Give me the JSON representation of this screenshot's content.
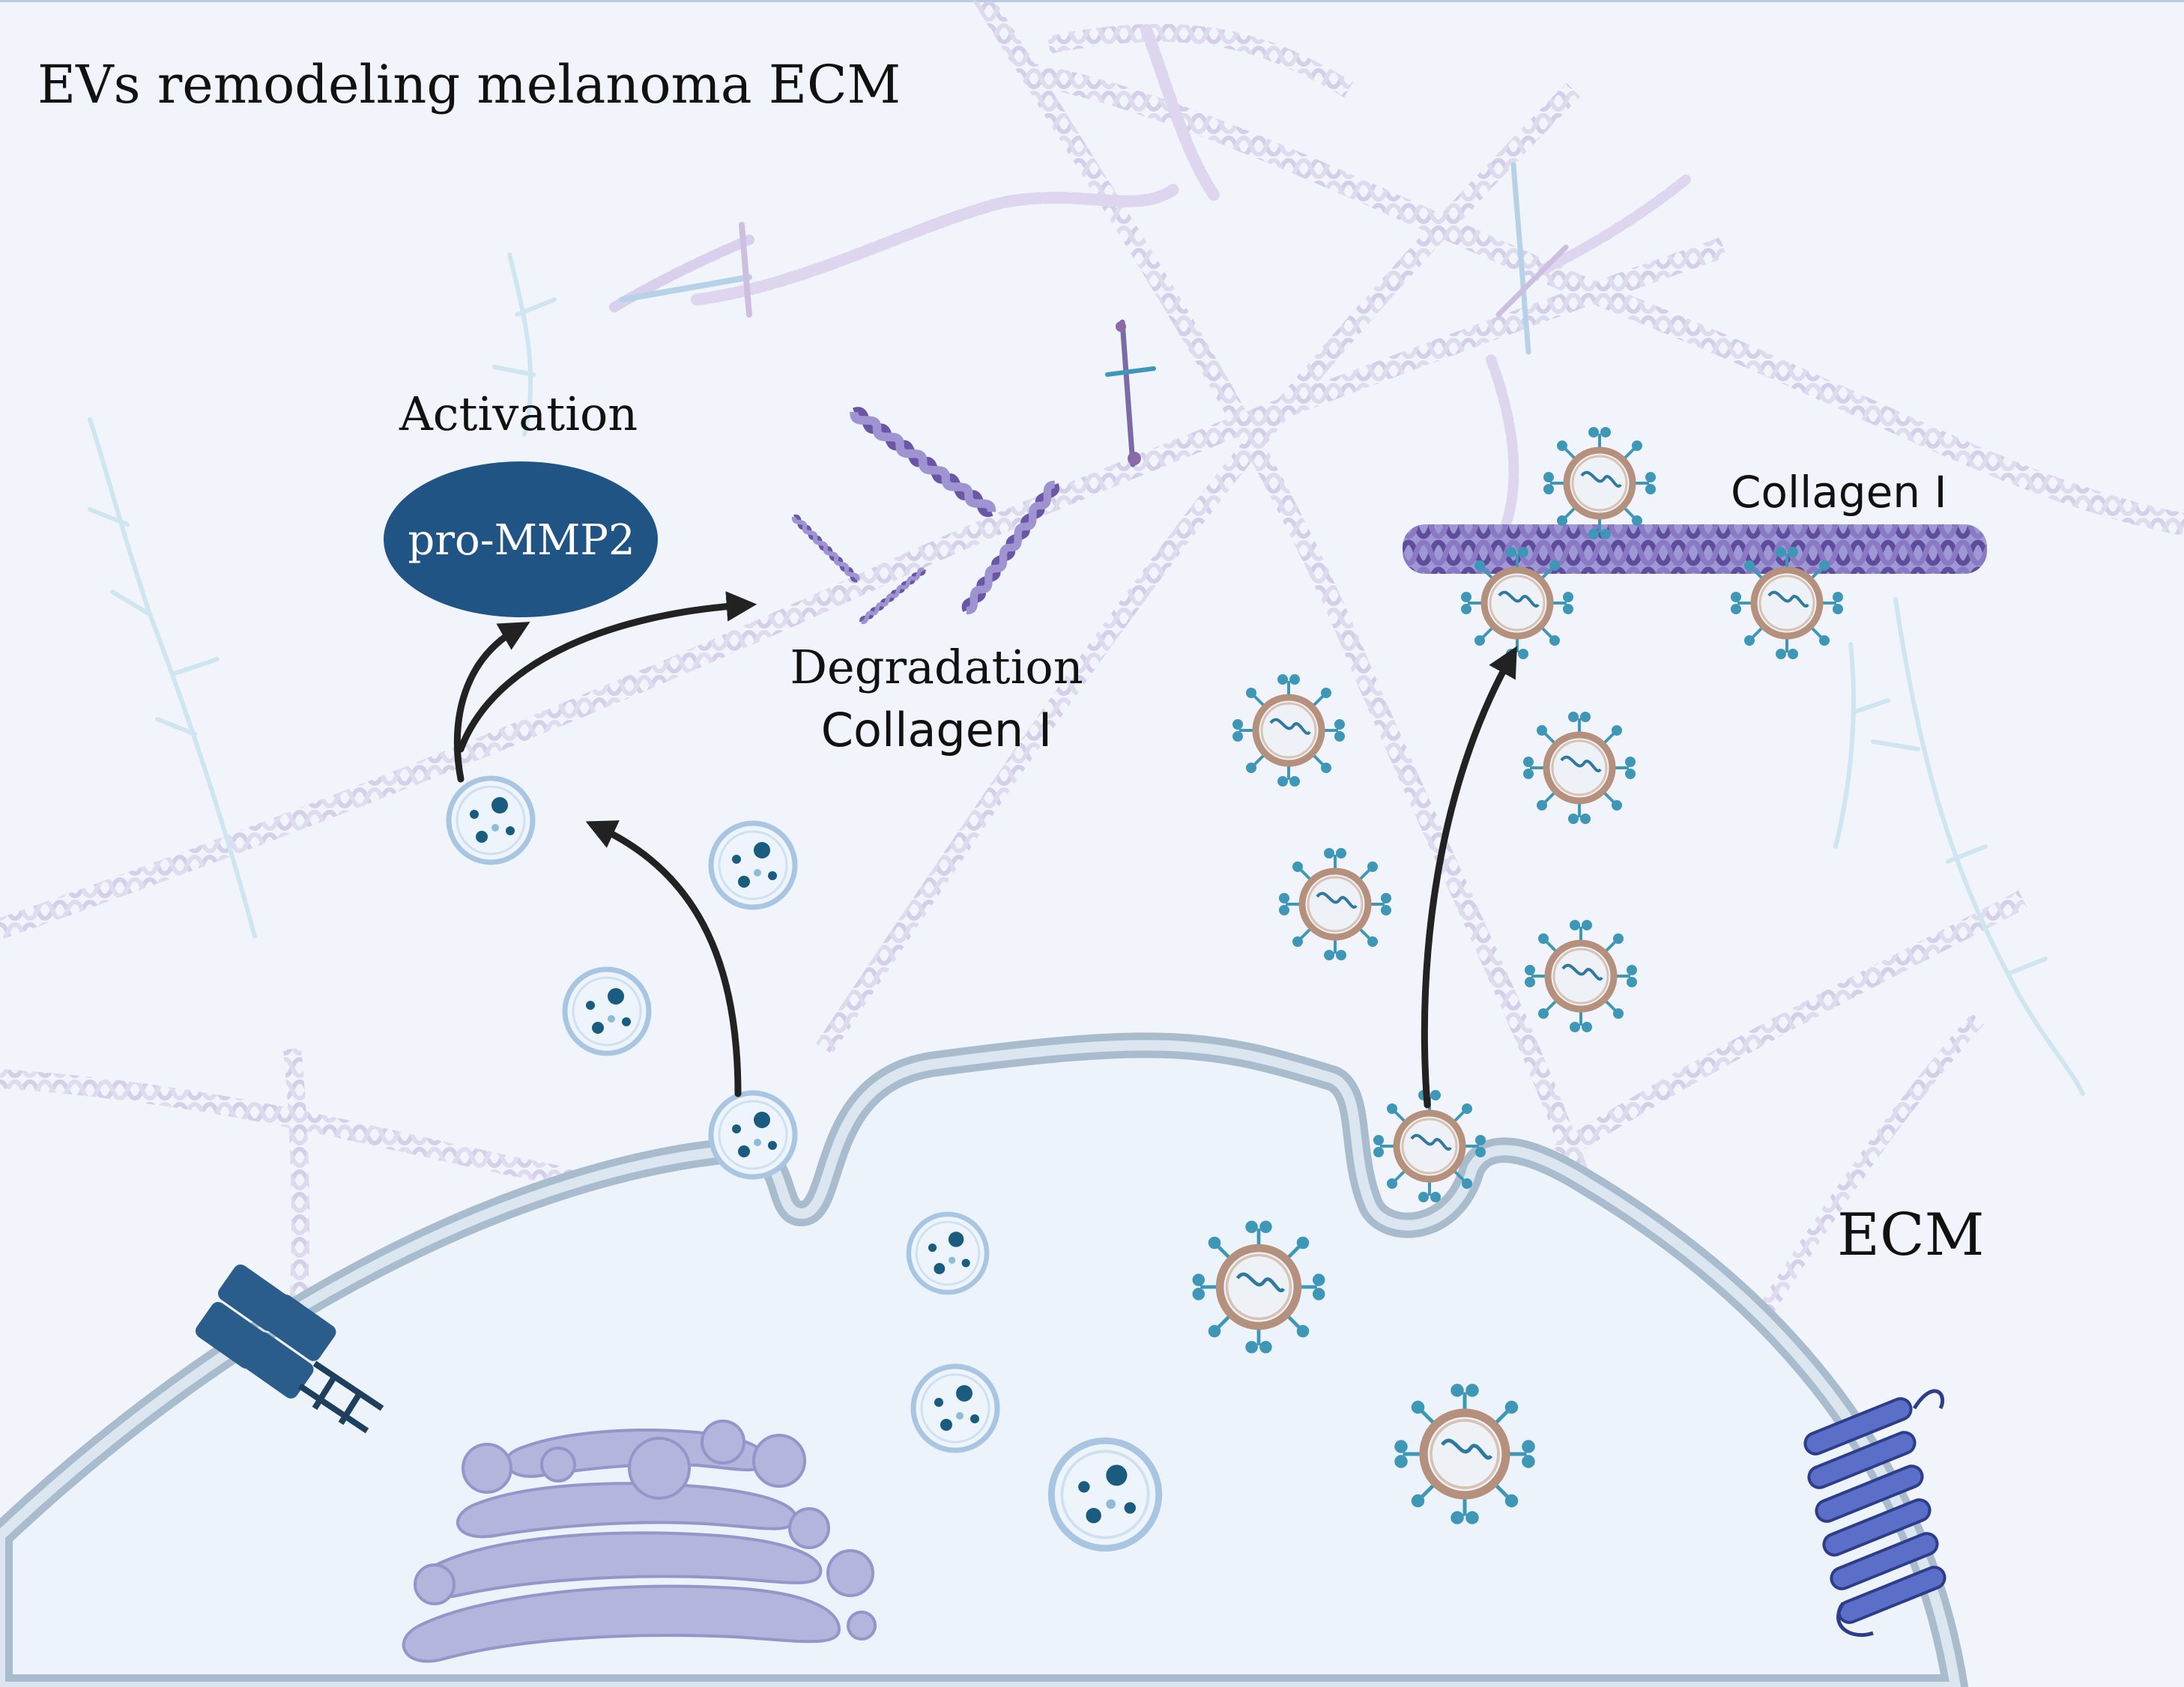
{
  "title": "EVs remodeling melanoma ECM",
  "labels": {
    "activation": "Activation",
    "pro_mmp2": "pro-MMP2",
    "degradation_line1": "Degradation",
    "degradation_line2": "Collagen Ⅰ",
    "collagen_right": "Collagen Ⅰ",
    "ecm": "ECM"
  },
  "colors": {
    "background": "#f1f5fb",
    "membrane": "#a9bccd",
    "cytoplasm": "#edf3fa",
    "vesicle_dark": "#1a5c80",
    "ellipse_fill": "#1f5485",
    "collagen_purple": "#7b68b0",
    "virus_ring": "#b5907c",
    "virus_spike": "#3f97b8",
    "receptor_blue": "#2b5d8c",
    "arrow": "#222222"
  }
}
